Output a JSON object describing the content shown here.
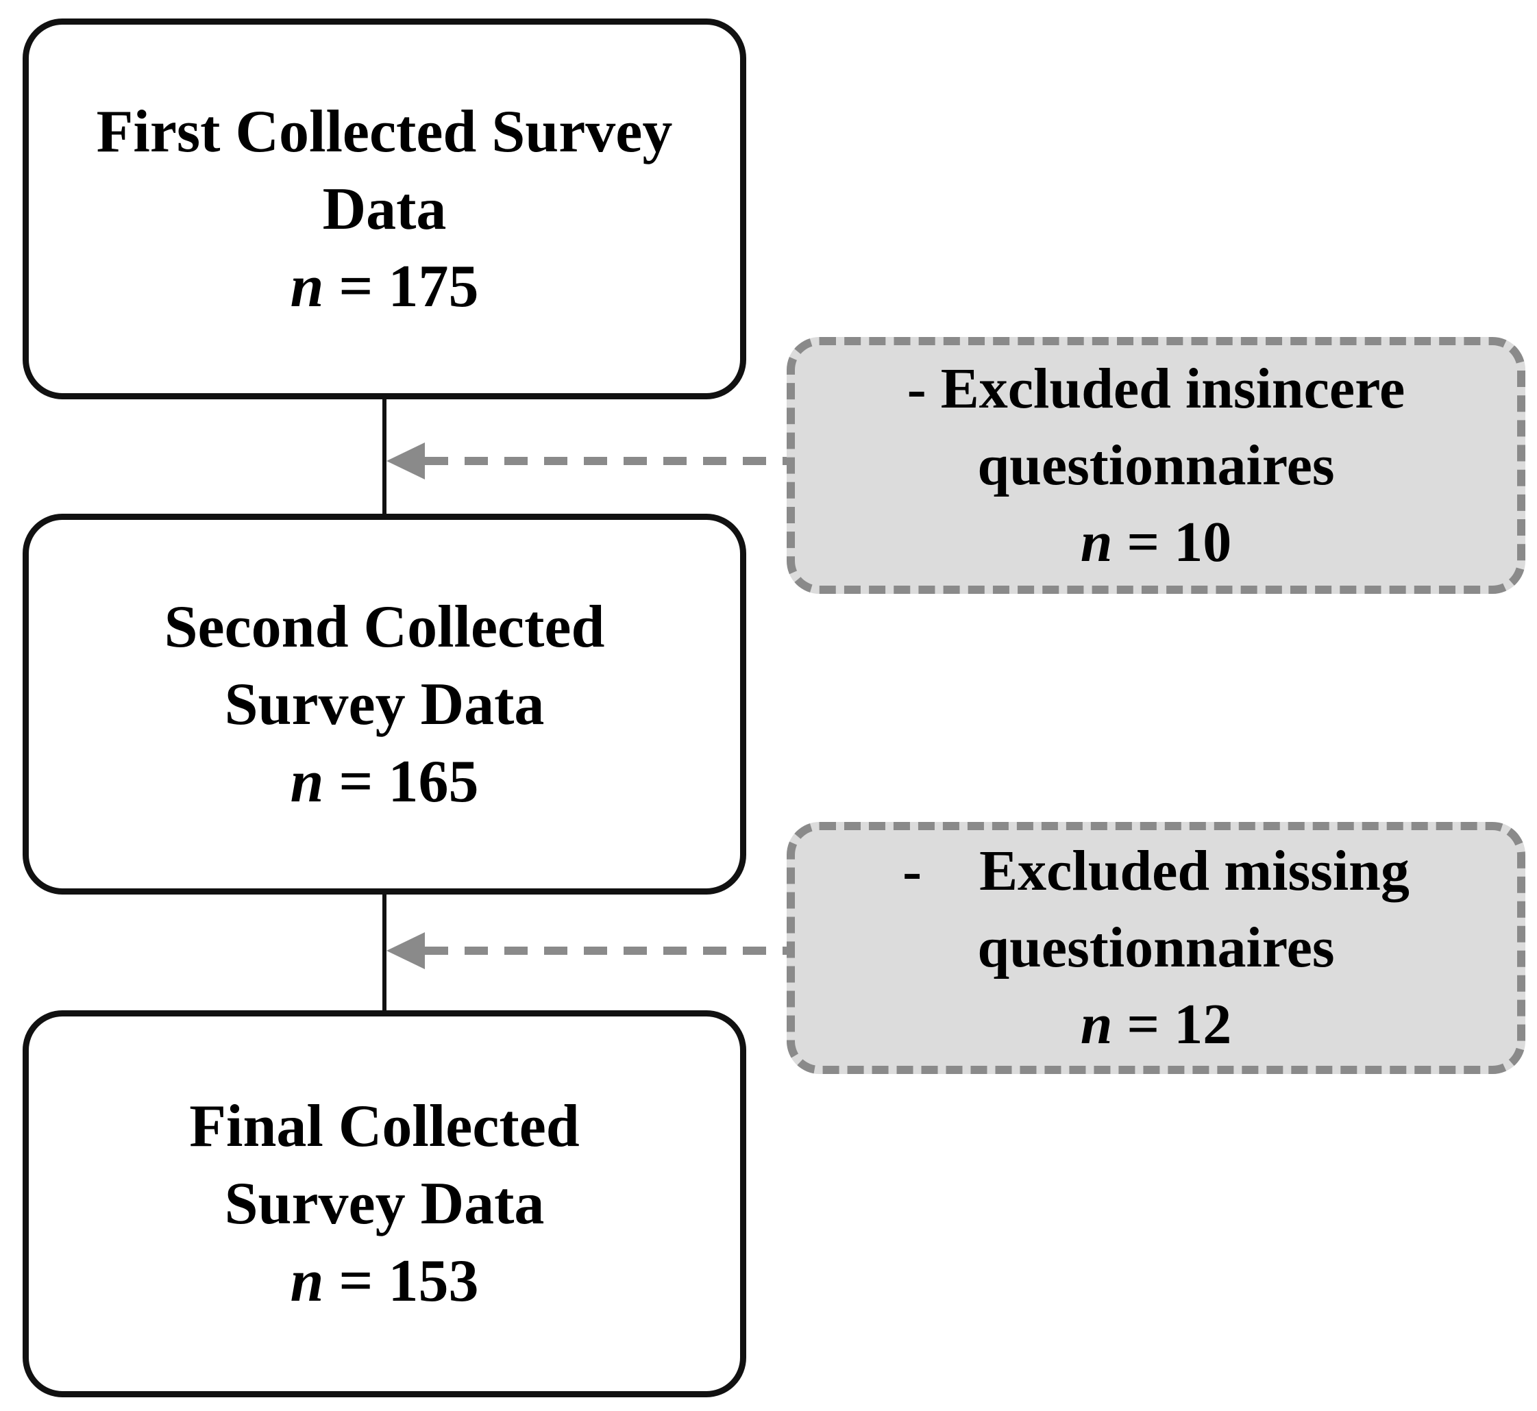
{
  "flowchart": {
    "nodes": [
      {
        "id": "first",
        "lines": [
          "First Collected Survey",
          "Data"
        ],
        "n_var": "n",
        "n_eq": " = 175"
      },
      {
        "id": "second",
        "lines": [
          "Second Collected",
          "Survey Data"
        ],
        "n_var": "n",
        "n_eq": " = 165"
      },
      {
        "id": "final",
        "lines": [
          "Final Collected",
          "Survey Data"
        ],
        "n_var": "n",
        "n_eq": " = 153"
      }
    ],
    "exclusions": [
      {
        "id": "insincere",
        "lines": [
          "- Excluded insincere",
          "questionnaires"
        ],
        "n_var": "n",
        "n_eq": " = 10"
      },
      {
        "id": "missing",
        "lines": [
          "-    Excluded missing",
          "questionnaires"
        ],
        "n_var": "n",
        "n_eq": " = 12"
      }
    ],
    "colors": {
      "node_border": "#111111",
      "node_fill": "#ffffff",
      "exclusion_fill": "#dcdcdc",
      "exclusion_border": "#8a8a8a",
      "arrow": "#8a8a8a",
      "text": "#000000",
      "background": "#ffffff"
    }
  }
}
